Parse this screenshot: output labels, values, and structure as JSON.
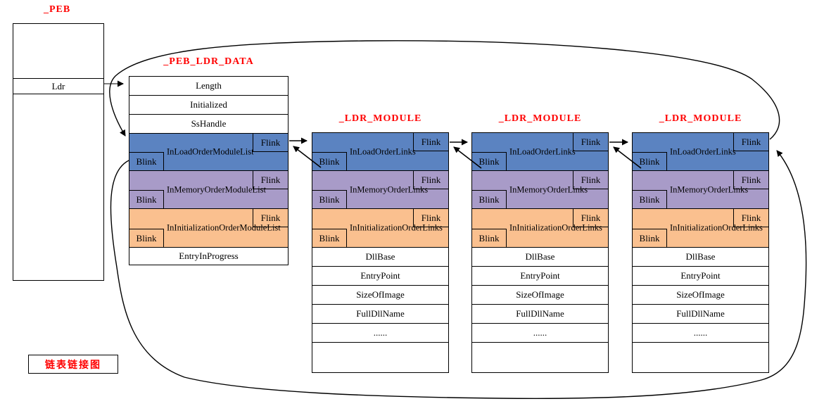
{
  "caption": {
    "text": "链表链接图"
  },
  "colors": {
    "title": "#FF0000",
    "blue": "#5B83C1",
    "purple": "#A89BC8",
    "orange": "#FAC08F",
    "ldr_arrow": "#7F7F7F",
    "line": "#000000"
  },
  "peb": {
    "title": "_PEB",
    "ldr_label": "Ldr"
  },
  "ldr_data": {
    "title": "_PEB_LDR_DATA",
    "fields_top": [
      "Length",
      "Initialized",
      "SsHandle"
    ],
    "lists": [
      {
        "label": "InLoadOrderModuleList",
        "flink": "Flink",
        "blink": "Blink"
      },
      {
        "label": "InMemoryOrderModuleList",
        "flink": "Flink",
        "blink": "Blink"
      },
      {
        "label": "InInitializationOrderModuleList",
        "flink": "Flink",
        "blink": "Blink"
      }
    ],
    "fields_bottom": [
      "EntryInProgress"
    ]
  },
  "modules": [
    {
      "title": "_LDR_MODULE",
      "lists": [
        {
          "label": "InLoadOrderLinks",
          "flink": "Flink",
          "blink": "Blink"
        },
        {
          "label": "InMemoryOrderLinks",
          "flink": "Flink",
          "blink": "Blink"
        },
        {
          "label": "InInitializationOrderLinks",
          "flink": "Flink",
          "blink": "Blink"
        }
      ],
      "fields": [
        "DllBase",
        "EntryPoint",
        "SizeOfImage",
        "FullDllName",
        "......",
        ""
      ]
    },
    {
      "title": "_LDR_MODULE",
      "lists": [
        {
          "label": "InLoadOrderLinks",
          "flink": "Flink",
          "blink": "Blink"
        },
        {
          "label": "InMemoryOrderLinks",
          "flink": "Flink",
          "blink": "Blink"
        },
        {
          "label": "InInitializationOrderLinks",
          "flink": "Flink",
          "blink": "Blink"
        }
      ],
      "fields": [
        "DllBase",
        "EntryPoint",
        "SizeOfImage",
        "FullDllName",
        "......",
        ""
      ]
    },
    {
      "title": "_LDR_MODULE",
      "lists": [
        {
          "label": "InLoadOrderLinks",
          "flink": "Flink",
          "blink": "Blink"
        },
        {
          "label": "InMemoryOrderLinks",
          "flink": "Flink",
          "blink": "Blink"
        },
        {
          "label": "InInitializationOrderLinks",
          "flink": "Flink",
          "blink": "Blink"
        }
      ],
      "fields": [
        "DllBase",
        "EntryPoint",
        "SizeOfImage",
        "FullDllName",
        "......",
        ""
      ]
    }
  ]
}
